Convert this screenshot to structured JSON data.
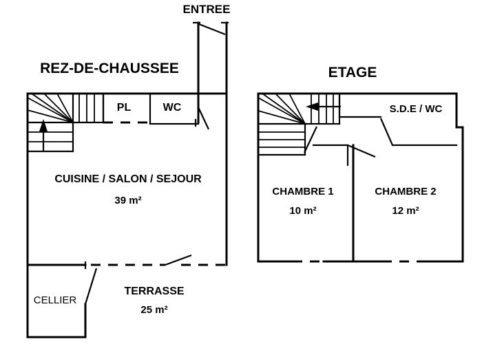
{
  "document": {
    "kind": "floor-plan",
    "background_color": "#ffffff",
    "line_color": "#000000"
  },
  "entry": {
    "label": "ENTREE"
  },
  "floors": [
    {
      "id": "ground",
      "title": "REZ-DE-CHAUSSEE",
      "rooms": [
        {
          "id": "pl",
          "label": "PL",
          "area": ""
        },
        {
          "id": "wc",
          "label": "WC",
          "area": ""
        },
        {
          "id": "sejour",
          "label": "CUISINE / SALON / SEJOUR",
          "area": "39 m²"
        },
        {
          "id": "cellier",
          "label": "CELLIER",
          "area": ""
        },
        {
          "id": "terrasse",
          "label": "TERRASSE",
          "area": "25 m²"
        }
      ],
      "stairs": {
        "direction": "up",
        "arrow": "up-arrow"
      }
    },
    {
      "id": "upper",
      "title": "ETAGE",
      "rooms": [
        {
          "id": "sdewc",
          "label": "S.D.E / WC",
          "area": ""
        },
        {
          "id": "chambre1",
          "label": "CHAMBRE 1",
          "area": "10 m²"
        },
        {
          "id": "chambre2",
          "label": "CHAMBRE 2",
          "area": "12 m²"
        }
      ],
      "stairs": {
        "direction": "down",
        "arrow": "left-arrow"
      }
    }
  ]
}
